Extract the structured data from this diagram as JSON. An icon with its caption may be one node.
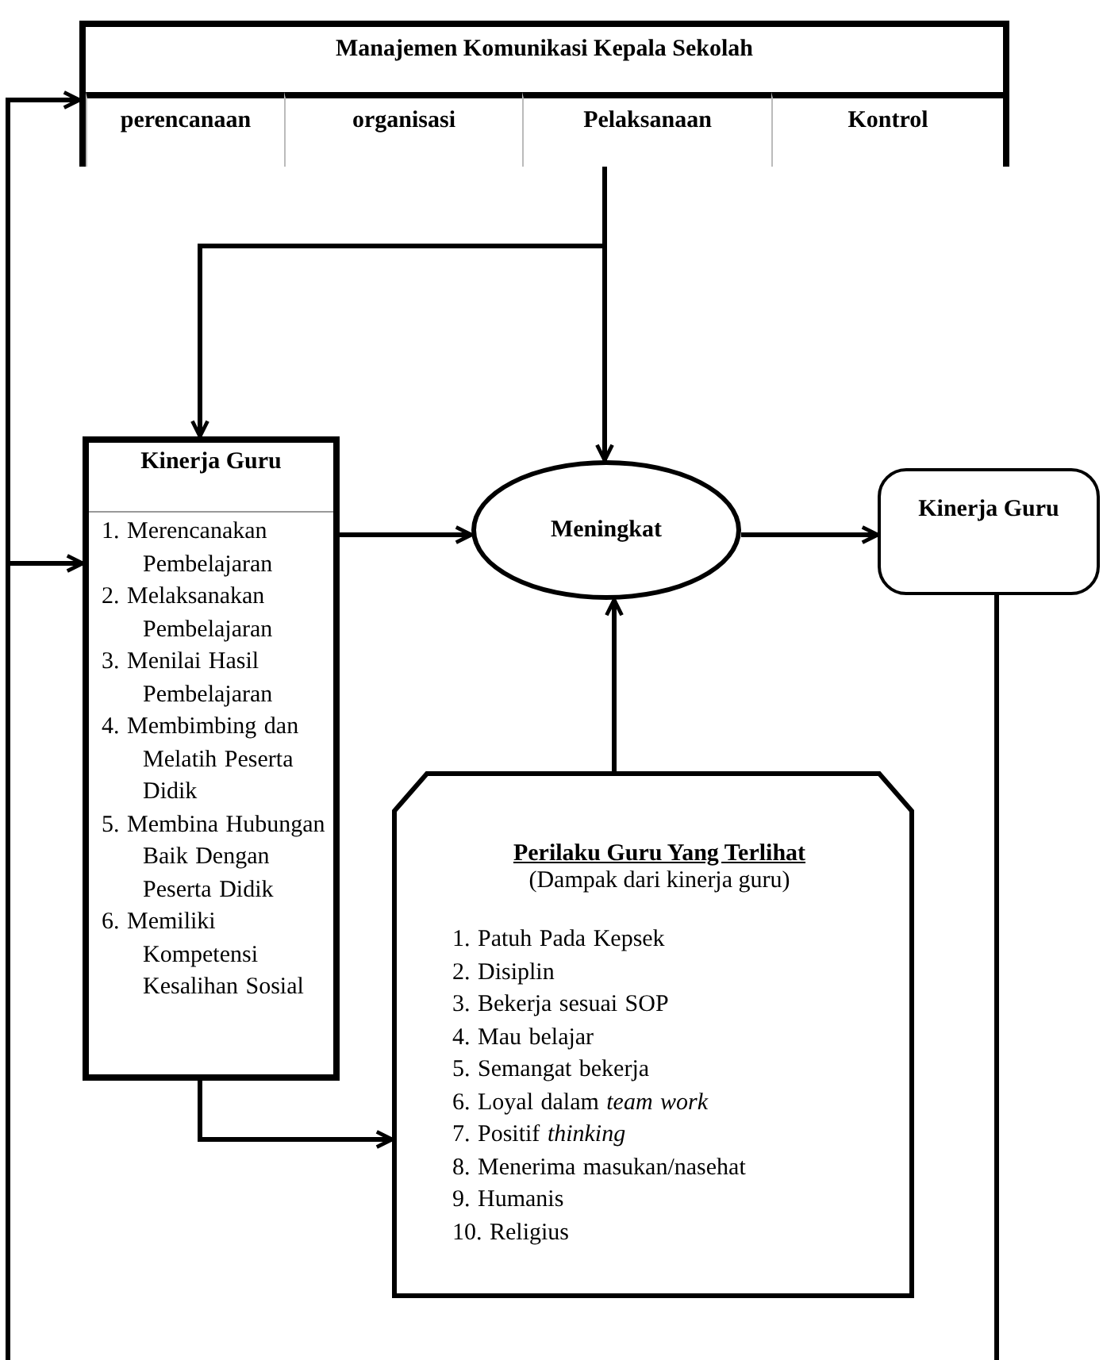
{
  "diagram": {
    "nodes": [
      {
        "text": [
          "Manajemen Komunikasi Kepala Sekolah"
        ]
      },
      {
        "text": [
          "perencanaan"
        ],
        "in": 0
      },
      {
        "text": [
          "organisasi"
        ],
        "in": 0
      },
      {
        "text": [
          "Pelaksanaan"
        ],
        "in": 0
      },
      {
        "text": [
          "Kontrol"
        ],
        "in": 0
      },
      {
        "text": [
          "Kinerja Guru",
          "1. Merencanakan Pembelajaran",
          "2. Melaksanakan Pembelajaran",
          "3. Menilai Hasil Pembelajaran",
          "4. Membimbing dan Melatih Peserta Didik",
          "5. Membina Hubungan Baik Dengan Peserta Didik",
          "6. Memiliki Kompetensi Kesalihan Sosial"
        ]
      },
      {
        "text": [
          "Meningkat"
        ]
      },
      {
        "text": [
          "Kinerja Guru"
        ]
      },
      {
        "text": [
          "Perilaku Guru Yang Terlihat",
          "(Dampak dari kinerja guru)",
          "1. Patuh Pada Kepsek",
          "2. Disiplin",
          "3. Bekerja sesuai SOP",
          "4. Mau belajar",
          "5. Semangat bekerja",
          "6. Loyal dalam *team work*",
          "7. Positif *thinking*",
          "8. Menerima masukan/nasehat",
          "9. Humanis",
          "10. Religius"
        ]
      }
    ],
    "edges": [
      {
        "from": 0,
        "to": 6,
        "arrow": "to"
      },
      {
        "from": 0,
        "to": 5,
        "arrow": "to"
      },
      {
        "from": 5,
        "to": 6,
        "arrow": "to"
      },
      {
        "from": 6,
        "to": 7,
        "arrow": "to"
      },
      {
        "from": 8,
        "to": 6,
        "arrow": "to"
      },
      {
        "from": 5,
        "to": 8,
        "arrow": "to"
      },
      {
        "from": 7,
        "to": null,
        "arrow": "none"
      },
      {
        "from": null,
        "to": 0,
        "arrow": "to"
      },
      {
        "from": null,
        "to": 5,
        "arrow": "to"
      }
    ]
  }
}
